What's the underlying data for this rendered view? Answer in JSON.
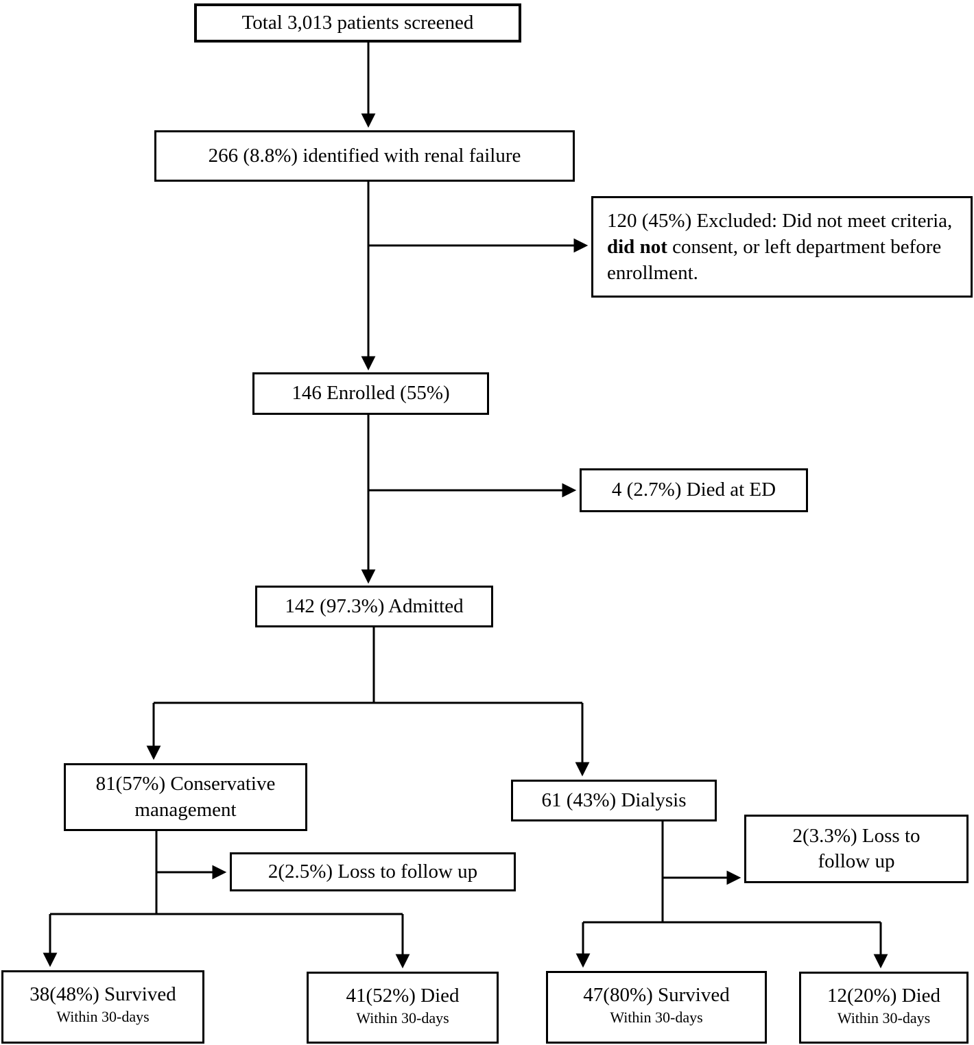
{
  "diagram": {
    "colors": {
      "box_border": "#000000",
      "background": "#ffffff",
      "text": "#000000",
      "line": "#000000"
    },
    "nodes": {
      "screened": {
        "label": "Total 3,013 patients screened"
      },
      "renal_failure": {
        "label": "266 (8.8%) identified with renal failure"
      },
      "excluded": {
        "text_before_bold": "120 (45%) Excluded: Did not meet criteria, ",
        "bold_text": "did not",
        "text_after_bold": " consent, or left department before enrollment."
      },
      "enrolled": {
        "label": "146 Enrolled (55%)"
      },
      "died_ed": {
        "label": "4 (2.7%) Died at ED"
      },
      "admitted": {
        "label": "142 (97.3%) Admitted"
      },
      "conservative": {
        "line1": "81(57%) Conservative",
        "line2": "management"
      },
      "dialysis": {
        "label": "61 (43%) Dialysis"
      },
      "loss_conservative": {
        "label": "2(2.5%) Loss to follow up"
      },
      "loss_dialysis": {
        "line1": "2(3.3%) Loss to",
        "line2": "follow up"
      },
      "conservative_survived": {
        "label": "38(48%) Survived",
        "sublabel": "Within 30-days"
      },
      "conservative_died": {
        "label": "41(52%) Died",
        "sublabel": "Within 30-days"
      },
      "dialysis_survived": {
        "label": "47(80%) Survived",
        "sublabel": "Within 30-days"
      },
      "dialysis_died": {
        "label": "12(20%) Died",
        "sublabel": "Within 30-days"
      }
    }
  }
}
